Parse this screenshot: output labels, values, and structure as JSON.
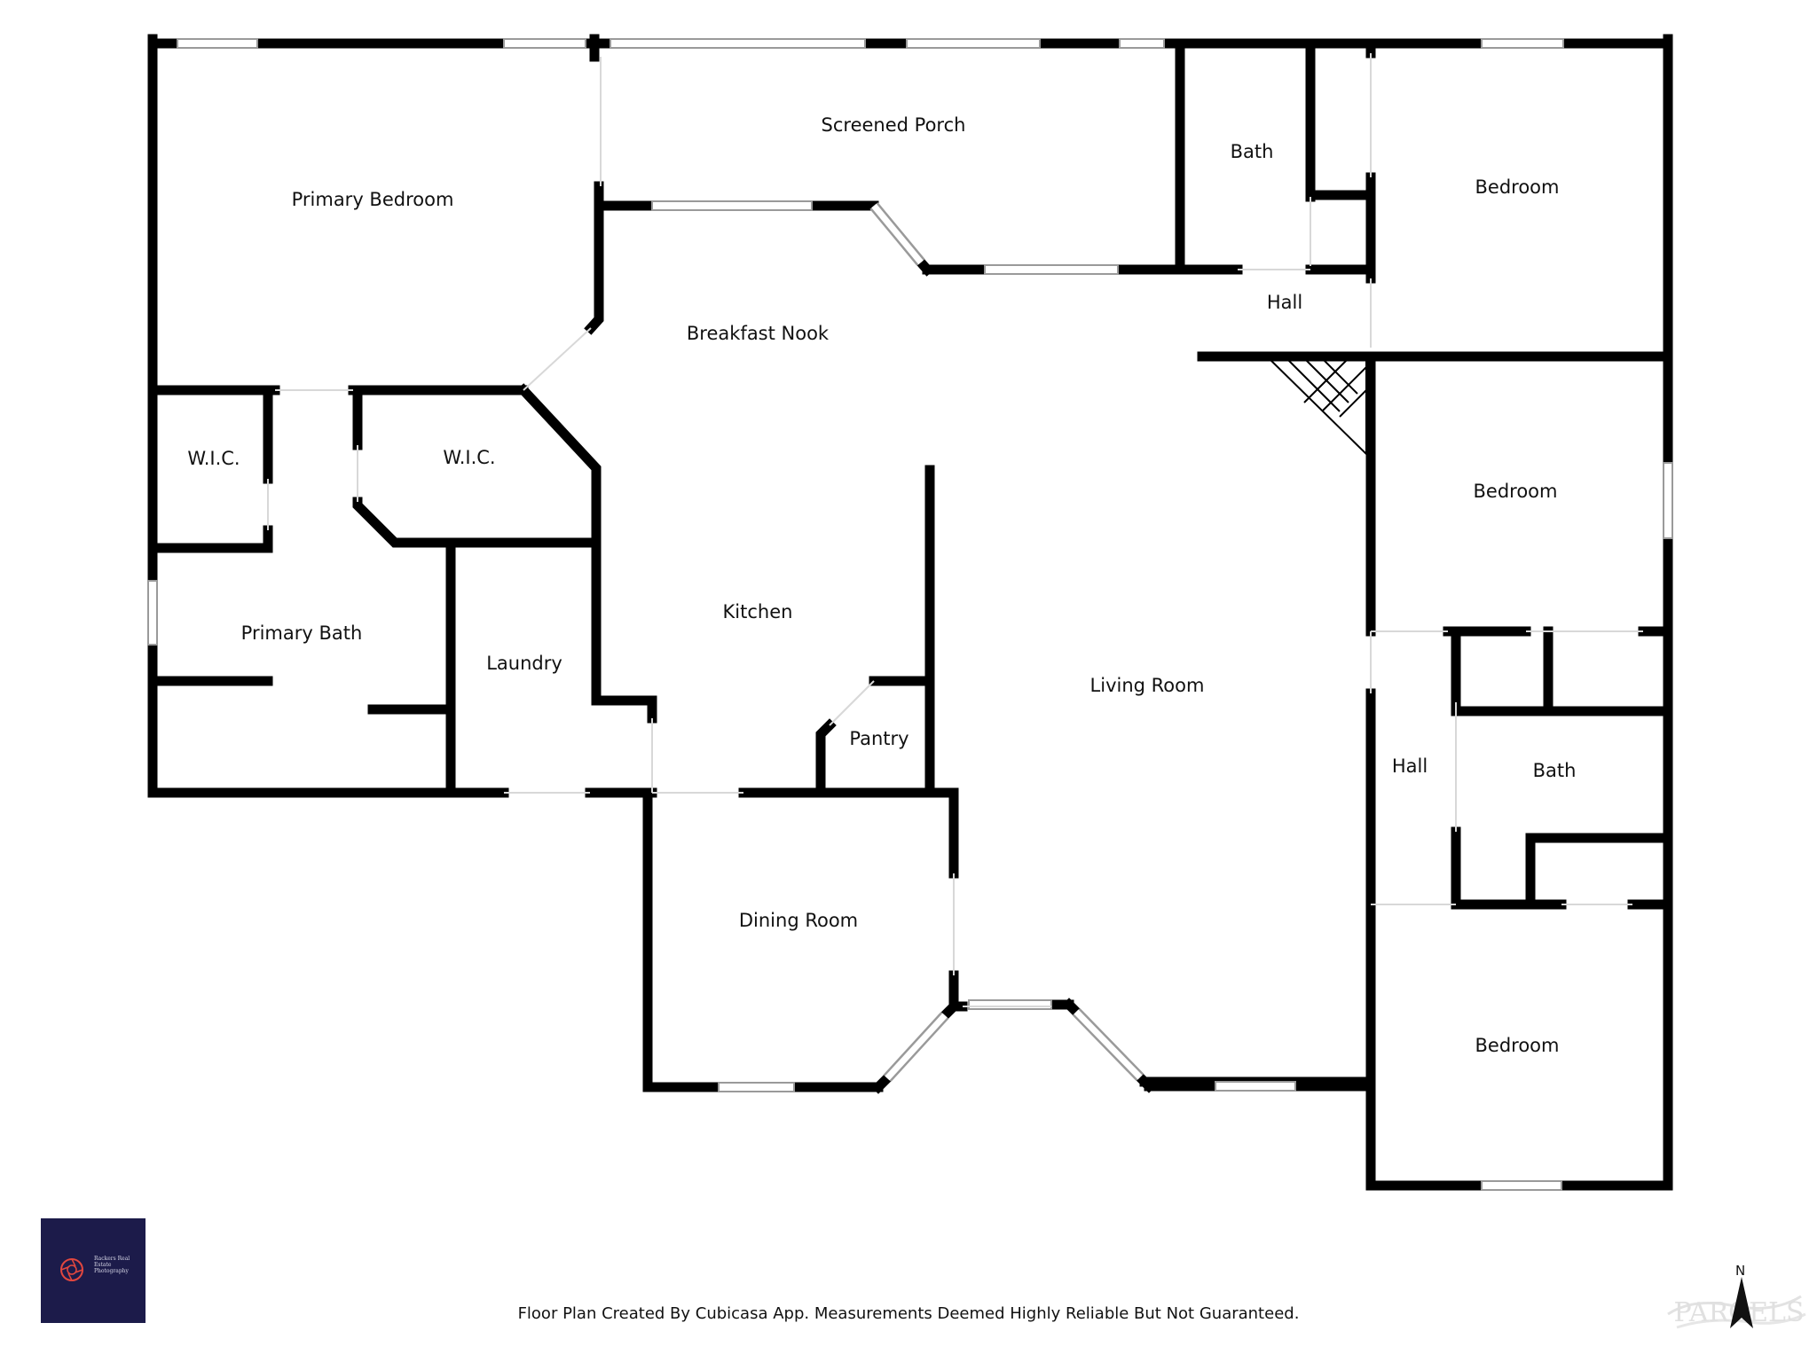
{
  "rooms": {
    "primary_bedroom": "Primary Bedroom",
    "screened_porch": "Screened Porch",
    "bath_top": "Bath",
    "bedroom_top": "Bedroom",
    "hall_top": "Hall",
    "breakfast_nook": "Breakfast Nook",
    "wic_left": "W.I.C.",
    "wic_right": "W.I.C.",
    "bedroom_mid": "Bedroom",
    "kitchen": "Kitchen",
    "primary_bath": "Primary Bath",
    "laundry": "Laundry",
    "living_room": "Living Room",
    "pantry": "Pantry",
    "hall_right": "Hall",
    "bath_right": "Bath",
    "dining_room": "Dining Room",
    "bedroom_bottom": "Bedroom"
  },
  "footer_note": "Floor Plan Created By Cubicasa App. Measurements Deemed Highly Reliable But Not Guaranteed.",
  "logo": {
    "text": "Rackers Real Estate Photography",
    "background": "#1c1b4a",
    "accent": "#e2473f"
  },
  "compass": {
    "north": "N"
  },
  "watermark": {
    "text": "PARCELS"
  },
  "colors": {
    "wall": "#000000",
    "window": "#b8b8b8"
  }
}
